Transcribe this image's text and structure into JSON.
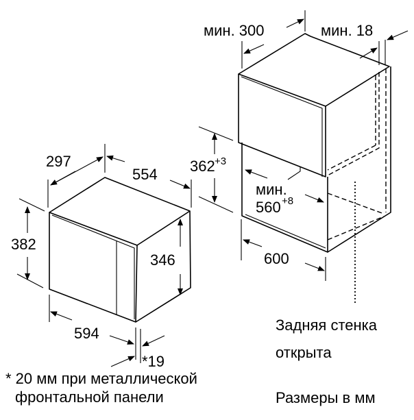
{
  "microwave": {
    "depth": "297",
    "side_depth": "554",
    "height": "382",
    "inner_height": "346",
    "width": "594",
    "front_panel": "*19"
  },
  "cabinet": {
    "min_depth": "мин. 300",
    "min_gap": "мин. 18",
    "niche_height": "362",
    "niche_height_tol": "+3",
    "min_label": "мин.",
    "niche_width": "560",
    "niche_width_tol": "+8",
    "cabinet_width": "600"
  },
  "notes": {
    "back_wall_line1": "Задняя стенка",
    "back_wall_line2": "открыта",
    "footnote_line1": "* 20 мм при металлической",
    "footnote_line2": "фронтальной панели",
    "units": "Размеры в мм"
  }
}
